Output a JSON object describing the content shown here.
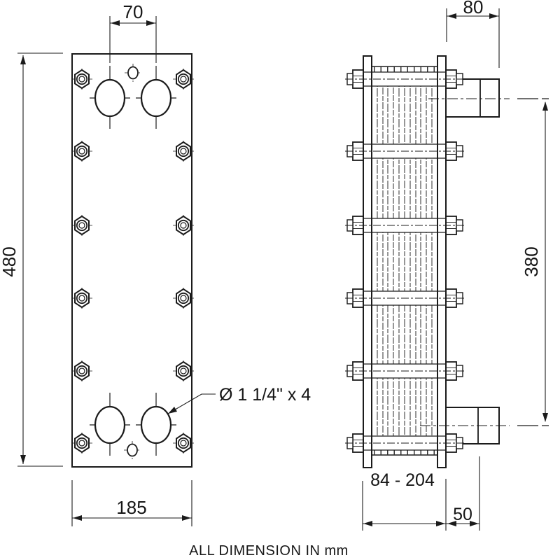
{
  "drawing": {
    "note": "ALL DIMENSION IN mm",
    "front_view": {
      "dim_port_spacing": "70",
      "dim_plate_height": "480",
      "dim_plate_width": "185",
      "port_callout": "Ø 1 1/4\" x 4"
    },
    "side_view": {
      "dim_nozzle_projection": "80",
      "dim_nozzle_center_distance": "380",
      "dim_plate_pack_range": "84 - 204",
      "dim_nozzle_standoff": "50"
    },
    "colors": {
      "line": "#1b1b1b",
      "background": "#ffffff"
    }
  }
}
